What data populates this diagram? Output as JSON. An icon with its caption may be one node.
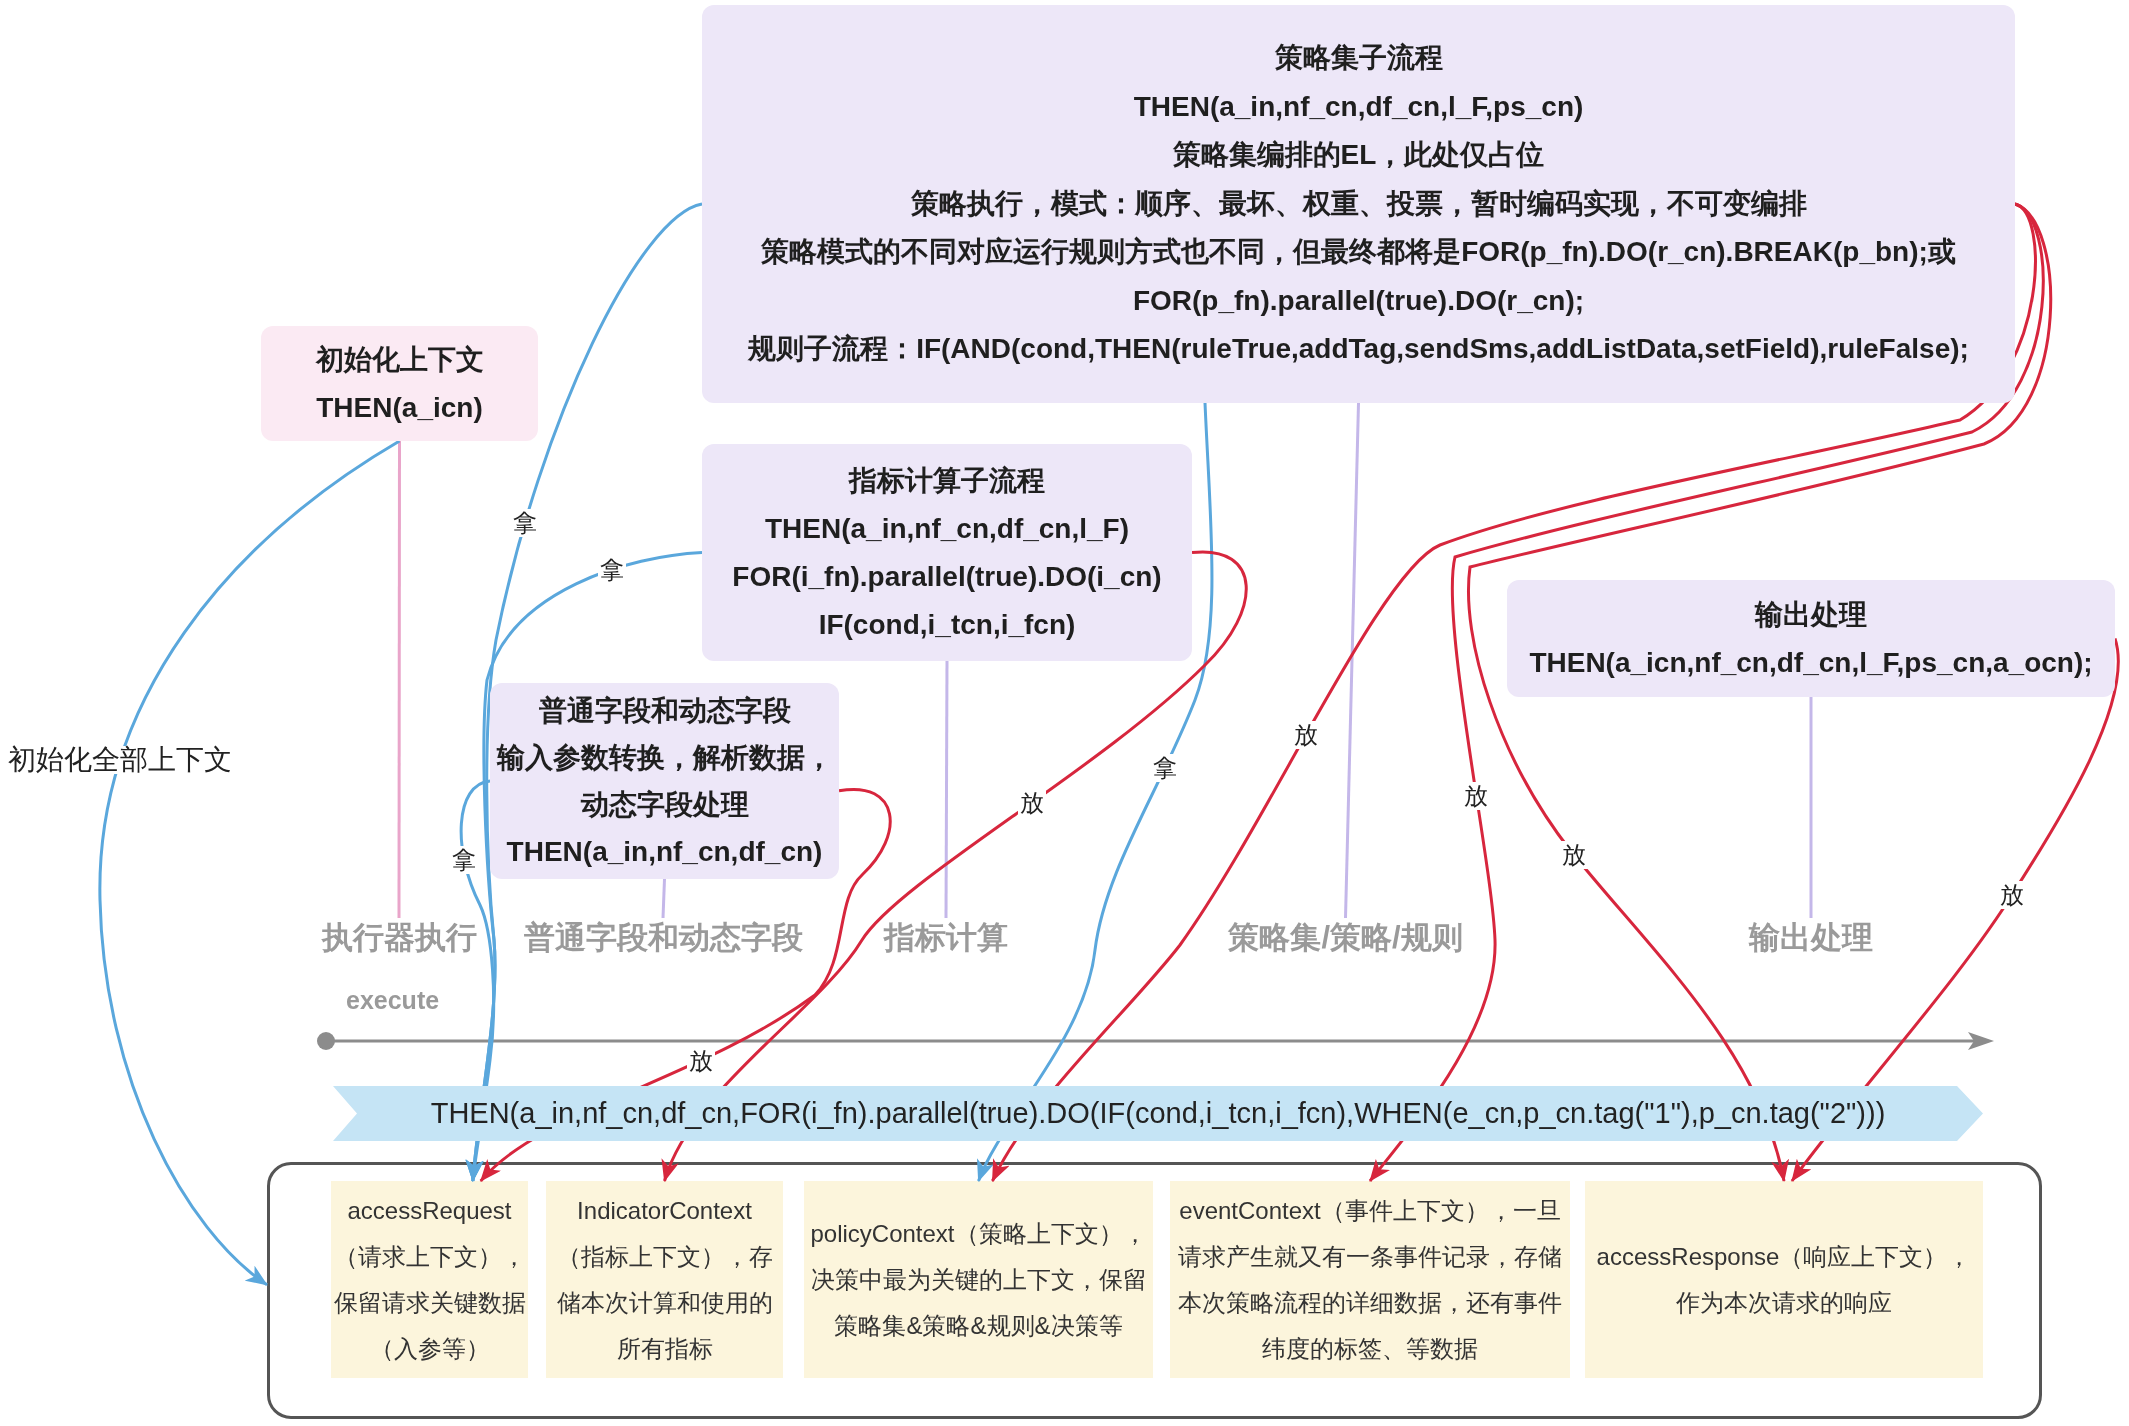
{
  "diagram": {
    "nodes": [
      {
        "text": [
          "策略集子流程",
          "THEN(a_in,nf_cn,df_cn,l_F,ps_cn)",
          "策略集编排的EL，此处仅占位",
          "策略执行，模式：顺序、最坏、权重、投票，暂时编码实现，不可变编排",
          "策略模式的不同对应运行规则方式也不同，但最终都将是FOR(p_fn).DO(r_cn).BREAK(p_bn);或FOR(p_fn).parallel(true).DO(r_cn);",
          "规则子流程：IF(AND(cond,THEN(ruleTrue,addTag,sendSms,addListData,setField),ruleFalse);"
        ]
      },
      {
        "text": [
          "初始化上下文",
          "THEN(a_icn)"
        ]
      },
      {
        "text": [
          "指标计算子流程",
          "THEN(a_in,nf_cn,df_cn,l_F)",
          "FOR(i_fn).parallel(true).DO(i_cn)",
          "IF(cond,i_tcn,i_fcn)"
        ]
      },
      {
        "text": [
          "输出处理",
          "THEN(a_icn,nf_cn,df_cn,l_F,ps_cn,a_ocn);"
        ]
      },
      {
        "text": [
          "普通字段和动态字段",
          "输入参数转换，解析数据，动态字段处理",
          "THEN(a_in,nf_cn,df_cn)"
        ]
      },
      {
        "text": [
          "执行器执行"
        ]
      },
      {
        "text": [
          "普通字段和动态字段"
        ]
      },
      {
        "text": [
          "指标计算"
        ]
      },
      {
        "text": [
          "策略集/策略/规则"
        ]
      },
      {
        "text": [
          "输出处理"
        ]
      },
      {
        "text": [],
        "shape": "box"
      },
      {
        "text": [
          "accessRequest（请求上下文），保留请求关键数据（入参等）"
        ],
        "in": 10
      },
      {
        "text": [
          "IndicatorContext（指标上下文），存储本次计算和使用的所有指标"
        ],
        "in": 10
      },
      {
        "text": [
          "policyContext（策略上下文），决策中最为关键的上下文，保留策略集&策略&规则&决策等"
        ],
        "in": 10
      },
      {
        "text": [
          "eventContext（事件上下文），一旦请求产生就又有一条事件记录，存储本次策略流程的详细数据，还有事件纬度的标签、等数据"
        ],
        "in": 10
      },
      {
        "text": [
          "accessResponse（响应上下文），作为本次请求的响应"
        ],
        "in": 10
      }
    ],
    "edges": [
      {
        "from": 1,
        "to": 5,
        "arrow": "none",
        "color": "#e9a5ca"
      },
      {
        "from": 4,
        "to": 6,
        "arrow": "none",
        "color": "#c4b7e9"
      },
      {
        "from": 2,
        "to": 7,
        "arrow": "none",
        "color": "#c4b7e9"
      },
      {
        "from": 0,
        "to": 8,
        "arrow": "none",
        "color": "#c4b7e9"
      },
      {
        "from": 3,
        "to": 9,
        "arrow": "none",
        "color": "#c4b7e9"
      },
      {
        "from": 1,
        "to": 10,
        "arrow": "to",
        "label": "初始化全部上下文",
        "color": "#5aa7dc"
      },
      {
        "from": 0,
        "to": 11,
        "arrow": "to",
        "label": "拿",
        "color": "#5aa7dc"
      },
      {
        "from": 0,
        "to": 13,
        "arrow": "to",
        "label": "拿",
        "color": "#5aa7dc"
      },
      {
        "from": 2,
        "to": 11,
        "arrow": "to",
        "label": "拿",
        "color": "#5aa7dc"
      },
      {
        "from": 4,
        "to": 11,
        "arrow": "to",
        "label": "拿",
        "color": "#5aa7dc"
      },
      {
        "from": 4,
        "to": 11,
        "arrow": "to",
        "label": "放"
      },
      {
        "from": 2,
        "to": 12,
        "arrow": "to",
        "label": "放"
      },
      {
        "from": 0,
        "to": 13,
        "arrow": "to",
        "label": "放"
      },
      {
        "from": 0,
        "to": 14,
        "arrow": "to",
        "label": "放"
      },
      {
        "from": 0,
        "to": 15,
        "arrow": "to",
        "label": "放"
      },
      {
        "from": 3,
        "to": 15,
        "arrow": "to",
        "label": "放"
      }
    ],
    "labels": [
      "execute",
      "THEN(a_in,nf_cn,df_cn,FOR(i_fn).parallel(true).DO(IF(cond,i_tcn,i_fcn),WHEN(e_cn,p_cn.tag(\"1\"),p_cn.tag(\"2\")))"
    ]
  }
}
